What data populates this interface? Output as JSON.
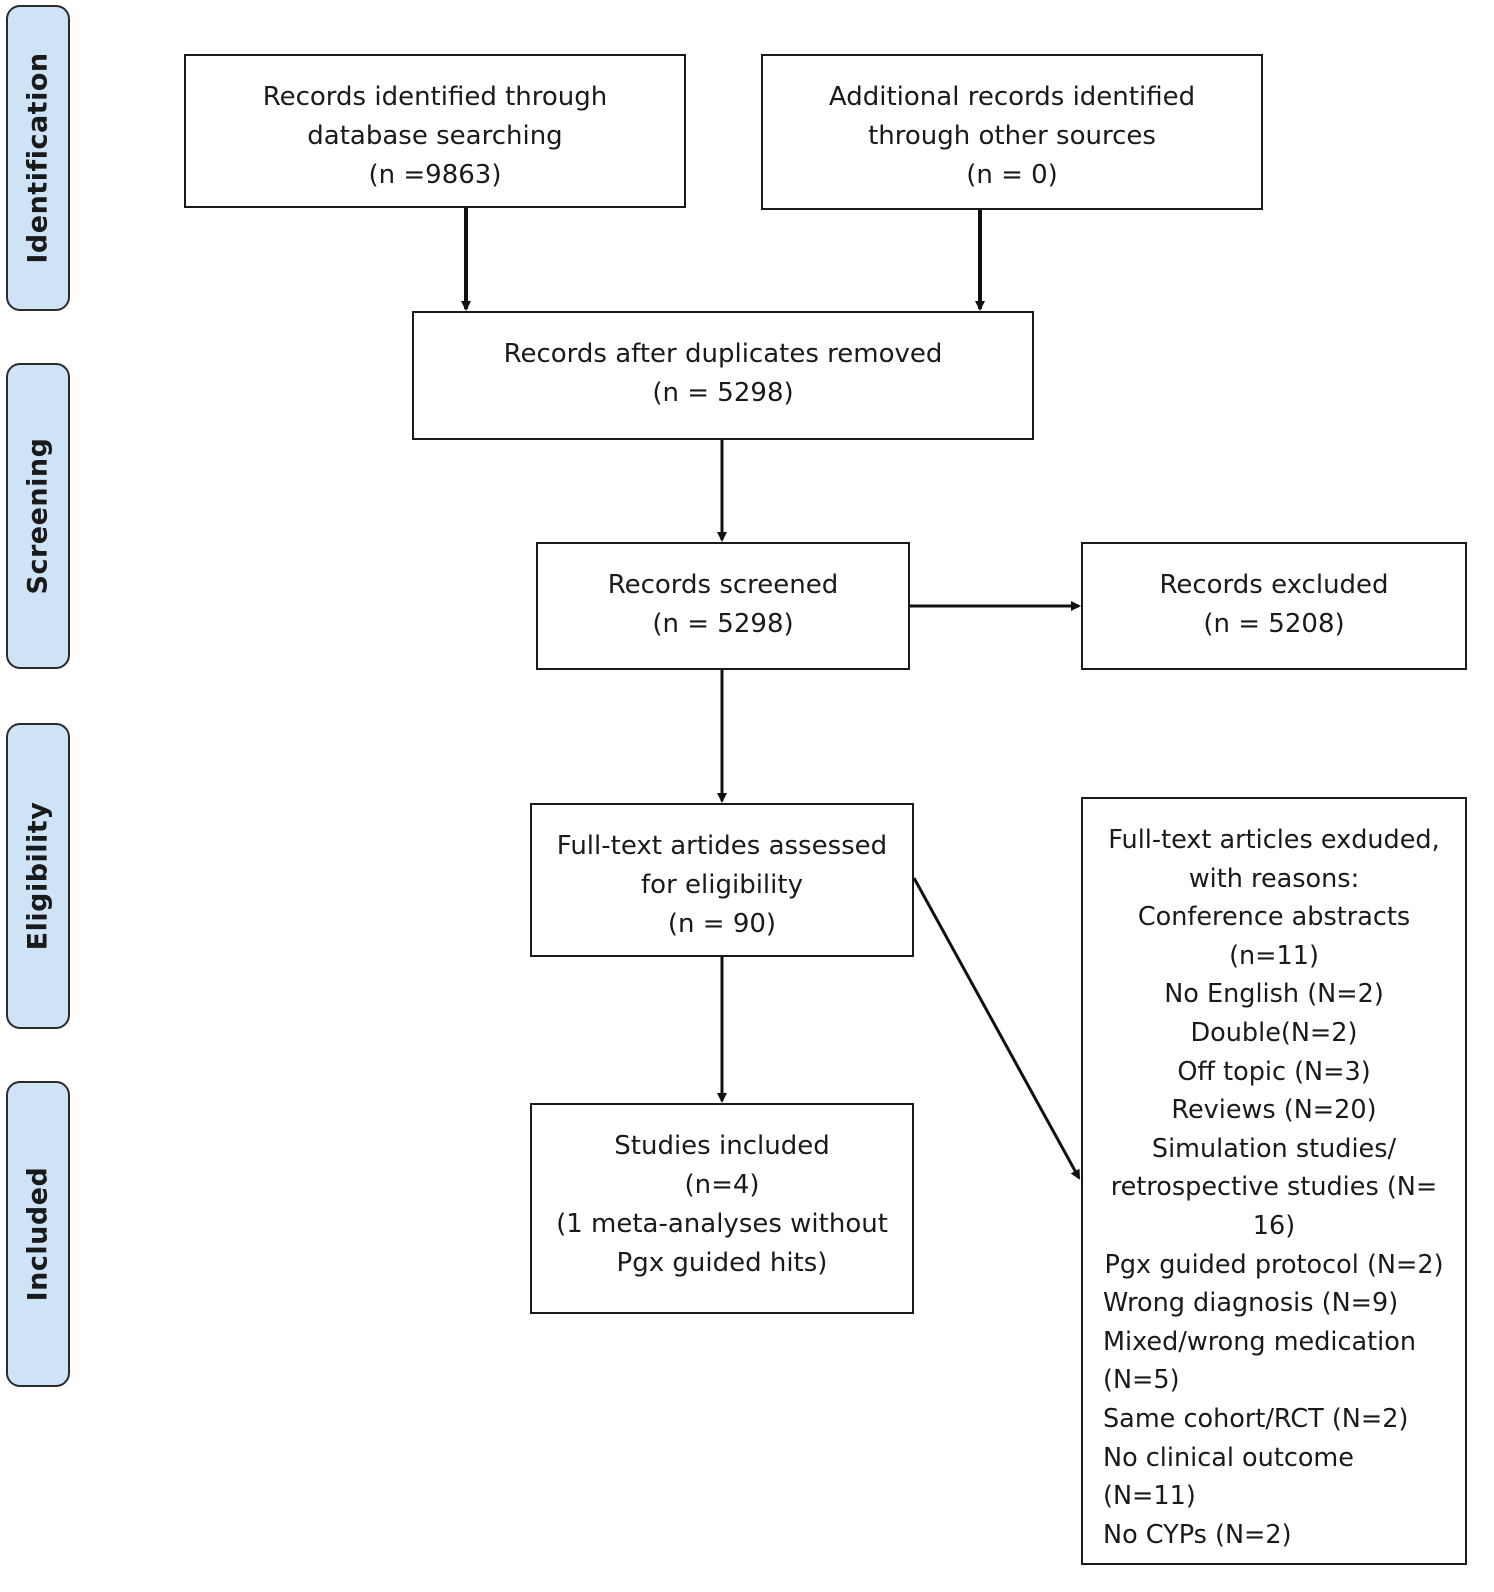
{
  "phases": {
    "identification": "Identification",
    "screening": "Screening",
    "eligibility": "Eligibility",
    "included": "Included"
  },
  "boxes": {
    "database": [
      "Records identified through",
      "database searching",
      "(n =9863)"
    ],
    "other_sources": [
      "Additional records identified",
      "through other sources",
      "(n = 0)"
    ],
    "after_duplicates": [
      "Records after duplicates removed",
      "(n = 5298)"
    ],
    "screened": [
      "Records screened",
      "(n = 5298)"
    ],
    "excluded": [
      "Records excluded",
      "(n = 5208)"
    ],
    "fulltext": [
      "Full-text artides assessed",
      "for eligibility",
      "(n = 90)"
    ],
    "included": [
      "Studies included",
      "(n=4)",
      "(1 meta-analyses without",
      "Pgx guided hits)"
    ],
    "fulltext_excluded": [
      "Full-text articles exduded,",
      "with reasons:",
      "Conference abstracts",
      "(n=11)",
      "No English (N=2)",
      "Double(N=2)",
      "Off topic (N=3)",
      "Reviews (N=20)",
      "Simulation studies/",
      "retrospective studies (N=",
      "16)",
      "Pgx guided protocol (N=2)",
      "Wrong diagnosis (N=9)",
      "Mixed/wrong medication",
      "(N=5)",
      "Same cohort/RCT (N=2)",
      "No clinical outcome",
      "(N=11)",
      "No CYPs (N=2)"
    ]
  }
}
